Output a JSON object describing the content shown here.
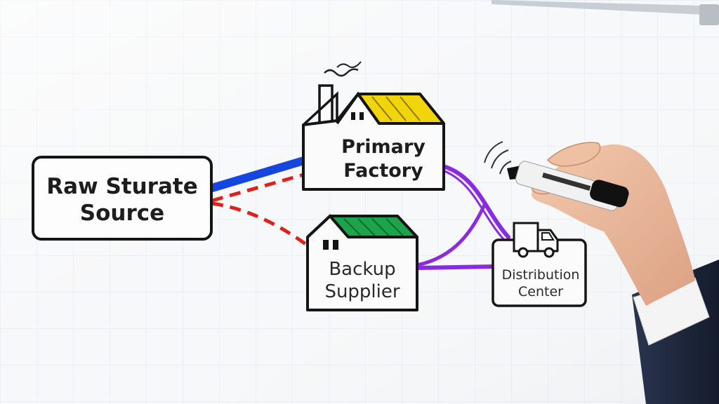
{
  "nodes": {
    "raw_source": {
      "line1": "Raw Sturate",
      "line2": "Source"
    },
    "primary_factory": {
      "line1": "Primary",
      "line2": "Factory"
    },
    "backup_supplier": {
      "line1": "Backup",
      "line2": "Supplier"
    },
    "distribution_center": {
      "line1": "Distribution",
      "line2": "Center"
    }
  },
  "edges": [
    {
      "from": "raw_source",
      "to": "primary_factory",
      "style": "solid",
      "color": "#1646e0"
    },
    {
      "from": "raw_source",
      "to": "primary_factory",
      "style": "dashed",
      "color": "#e0201b"
    },
    {
      "from": "raw_source",
      "to": "backup_supplier",
      "style": "dashed",
      "color": "#e0201b"
    },
    {
      "from": "primary_factory",
      "to": "distribution_center",
      "style": "solid",
      "color": "#8a2be2"
    },
    {
      "from": "backup_supplier",
      "to": "distribution_center",
      "style": "solid",
      "color": "#8a2be2"
    }
  ],
  "colors": {
    "whiteboard": "#f7f8f9",
    "grid": "#dfe4ea",
    "marker_ink": "#1a1a1a",
    "primary_roof": "#f2d40a",
    "backup_roof": "#1ea34d",
    "blue_line": "#1646e0",
    "red_dashed": "#e0201b",
    "purple_line": "#8a2be2"
  },
  "icons": {
    "factory": "factory-icon",
    "warehouse": "warehouse-icon",
    "truck": "truck-icon",
    "marker": "marker-icon",
    "hand": "hand-icon"
  }
}
